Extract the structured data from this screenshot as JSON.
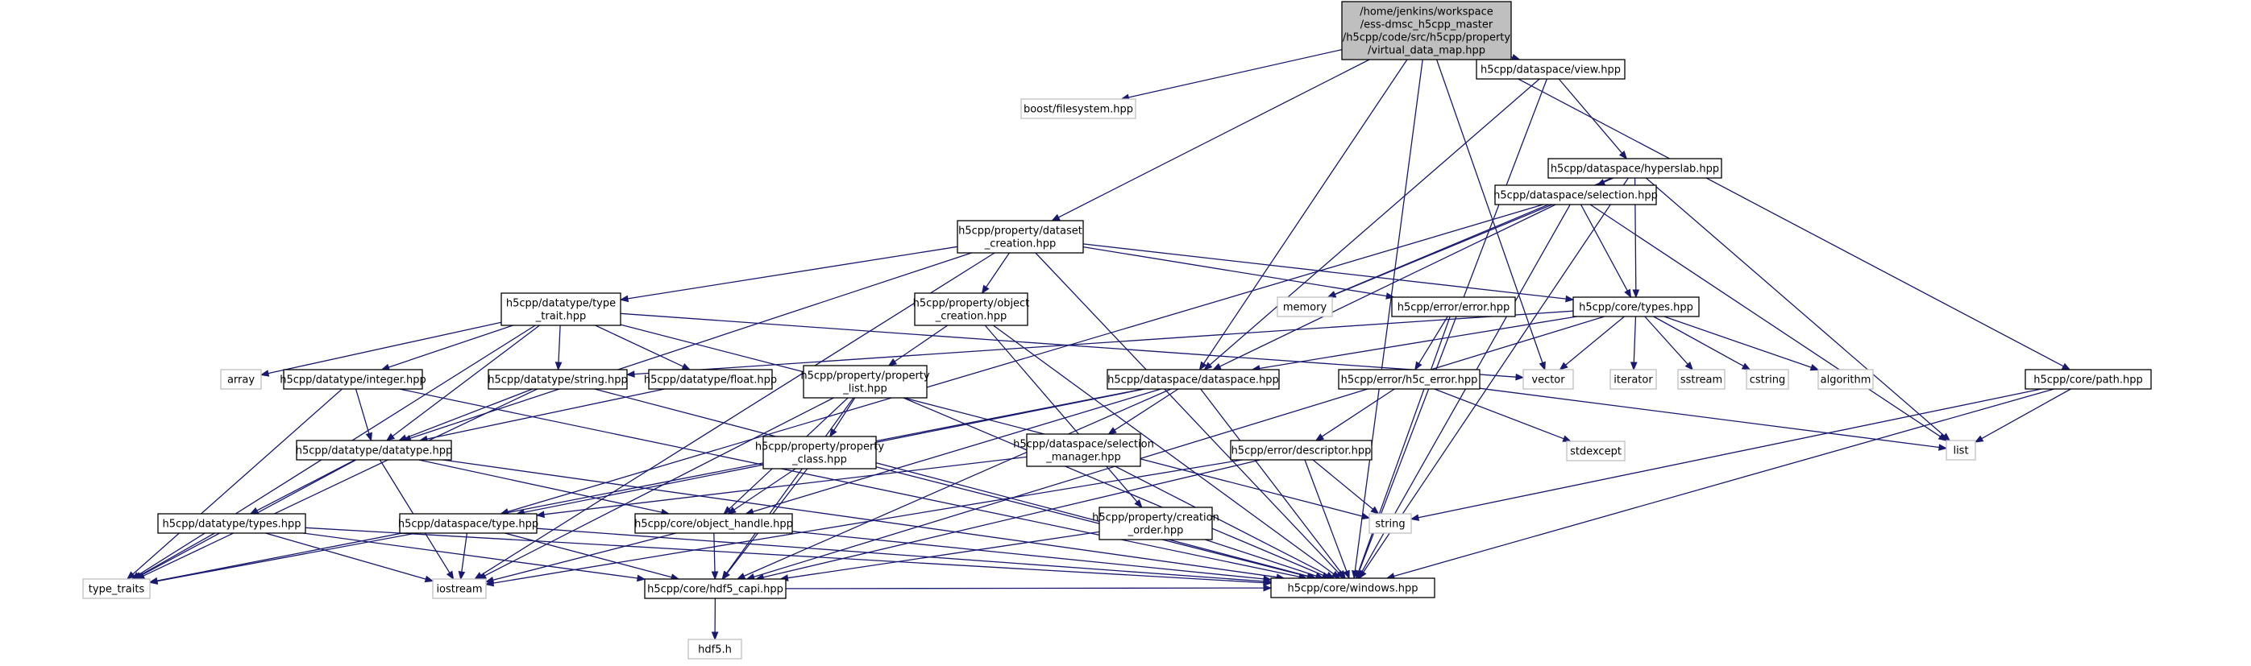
{
  "graph": {
    "nodes": [
      {
        "id": "root",
        "lines": [
          "/home/jenkins/workspace",
          "/ess-dmsc_h5cpp_master",
          "/h5cpp/code/src/h5cpp/property",
          "/virtual_data_map.hpp"
        ],
        "kind": "root"
      },
      {
        "id": "boostfs",
        "lines": [
          "boost/filesystem.hpp"
        ],
        "kind": "external"
      },
      {
        "id": "view",
        "lines": [
          "h5cpp/dataspace/view.hpp"
        ],
        "kind": "header"
      },
      {
        "id": "hyperslab",
        "lines": [
          "h5cpp/dataspace/hyperslab.hpp"
        ],
        "kind": "header"
      },
      {
        "id": "dscreation",
        "lines": [
          "h5cpp/property/dataset",
          "_creation.hpp"
        ],
        "kind": "header"
      },
      {
        "id": "selection",
        "lines": [
          "h5cpp/dataspace/selection.hpp"
        ],
        "kind": "header"
      },
      {
        "id": "typetrait",
        "lines": [
          "h5cpp/datatype/type",
          "_trait.hpp"
        ],
        "kind": "header"
      },
      {
        "id": "objcreation",
        "lines": [
          "h5cpp/property/object",
          "_creation.hpp"
        ],
        "kind": "header"
      },
      {
        "id": "memory",
        "lines": [
          "memory"
        ],
        "kind": "external"
      },
      {
        "id": "error",
        "lines": [
          "h5cpp/error/error.hpp"
        ],
        "kind": "header"
      },
      {
        "id": "coretypes",
        "lines": [
          "h5cpp/core/types.hpp"
        ],
        "kind": "header"
      },
      {
        "id": "array",
        "lines": [
          "array"
        ],
        "kind": "external"
      },
      {
        "id": "integer",
        "lines": [
          "h5cpp/datatype/integer.hpp"
        ],
        "kind": "header"
      },
      {
        "id": "dtstring",
        "lines": [
          "h5cpp/datatype/string.hpp"
        ],
        "kind": "header"
      },
      {
        "id": "float",
        "lines": [
          "h5cpp/datatype/float.hpp"
        ],
        "kind": "header"
      },
      {
        "id": "proplist",
        "lines": [
          "h5cpp/property/property",
          "_list.hpp"
        ],
        "kind": "header"
      },
      {
        "id": "dataspace",
        "lines": [
          "h5cpp/dataspace/dataspace.hpp"
        ],
        "kind": "header"
      },
      {
        "id": "h5cerror",
        "lines": [
          "h5cpp/error/h5c_error.hpp"
        ],
        "kind": "header"
      },
      {
        "id": "vector",
        "lines": [
          "vector"
        ],
        "kind": "external"
      },
      {
        "id": "iterator",
        "lines": [
          "iterator"
        ],
        "kind": "external"
      },
      {
        "id": "sstream",
        "lines": [
          "sstream"
        ],
        "kind": "external"
      },
      {
        "id": "cstring",
        "lines": [
          "cstring"
        ],
        "kind": "external"
      },
      {
        "id": "algorithm",
        "lines": [
          "algorithm"
        ],
        "kind": "external"
      },
      {
        "id": "path",
        "lines": [
          "h5cpp/core/path.hpp"
        ],
        "kind": "header"
      },
      {
        "id": "datatype",
        "lines": [
          "h5cpp/datatype/datatype.hpp"
        ],
        "kind": "header"
      },
      {
        "id": "propclass",
        "lines": [
          "h5cpp/property/property",
          "_class.hpp"
        ],
        "kind": "header"
      },
      {
        "id": "selmanager",
        "lines": [
          "h5cpp/dataspace/selection",
          "_manager.hpp"
        ],
        "kind": "header"
      },
      {
        "id": "descriptor",
        "lines": [
          "h5cpp/error/descriptor.hpp"
        ],
        "kind": "header"
      },
      {
        "id": "stdexcept",
        "lines": [
          "stdexcept"
        ],
        "kind": "external"
      },
      {
        "id": "list",
        "lines": [
          "list"
        ],
        "kind": "external"
      },
      {
        "id": "dttypes",
        "lines": [
          "h5cpp/datatype/types.hpp"
        ],
        "kind": "header"
      },
      {
        "id": "dstype",
        "lines": [
          "h5cpp/dataspace/type.hpp"
        ],
        "kind": "header"
      },
      {
        "id": "objhandle",
        "lines": [
          "h5cpp/core/object_handle.hpp"
        ],
        "kind": "header"
      },
      {
        "id": "creationorder",
        "lines": [
          "h5cpp/property/creation",
          "_order.hpp"
        ],
        "kind": "header"
      },
      {
        "id": "string",
        "lines": [
          "string"
        ],
        "kind": "external"
      },
      {
        "id": "typetraits",
        "lines": [
          "type_traits"
        ],
        "kind": "external"
      },
      {
        "id": "iostream",
        "lines": [
          "iostream"
        ],
        "kind": "external"
      },
      {
        "id": "hdf5capi",
        "lines": [
          "h5cpp/core/hdf5_capi.hpp"
        ],
        "kind": "header"
      },
      {
        "id": "windows",
        "lines": [
          "h5cpp/core/windows.hpp"
        ],
        "kind": "header"
      },
      {
        "id": "hdf5h",
        "lines": [
          "hdf5.h"
        ],
        "kind": "external"
      }
    ],
    "edges": [
      [
        "root",
        "boostfs"
      ],
      [
        "root",
        "view"
      ],
      [
        "root",
        "dscreation"
      ],
      [
        "root",
        "dataspace"
      ],
      [
        "root",
        "vector"
      ],
      [
        "root",
        "path"
      ],
      [
        "root",
        "windows"
      ],
      [
        "view",
        "hyperslab"
      ],
      [
        "view",
        "dataspace"
      ],
      [
        "view",
        "windows"
      ],
      [
        "hyperslab",
        "selection"
      ],
      [
        "hyperslab",
        "memory"
      ],
      [
        "hyperslab",
        "coretypes"
      ],
      [
        "hyperslab",
        "list"
      ],
      [
        "hyperslab",
        "windows"
      ],
      [
        "dscreation",
        "typetrait"
      ],
      [
        "dscreation",
        "objcreation"
      ],
      [
        "dscreation",
        "error"
      ],
      [
        "dscreation",
        "coretypes"
      ],
      [
        "dscreation",
        "datatype"
      ],
      [
        "dscreation",
        "iostream"
      ],
      [
        "dscreation",
        "windows"
      ],
      [
        "selection",
        "memory"
      ],
      [
        "selection",
        "coretypes"
      ],
      [
        "selection",
        "dataspace"
      ],
      [
        "selection",
        "list"
      ],
      [
        "selection",
        "windows"
      ],
      [
        "selection",
        "dstype"
      ],
      [
        "typetrait",
        "array"
      ],
      [
        "typetrait",
        "integer"
      ],
      [
        "typetrait",
        "dtstring"
      ],
      [
        "typetrait",
        "float"
      ],
      [
        "typetrait",
        "typetraits"
      ],
      [
        "typetrait",
        "vector"
      ],
      [
        "typetrait",
        "string"
      ],
      [
        "typetrait",
        "datatype"
      ],
      [
        "objcreation",
        "proplist"
      ],
      [
        "objcreation",
        "creationorder"
      ],
      [
        "objcreation",
        "windows"
      ],
      [
        "error",
        "h5cerror"
      ],
      [
        "error",
        "windows"
      ],
      [
        "coretypes",
        "vector"
      ],
      [
        "coretypes",
        "iterator"
      ],
      [
        "coretypes",
        "sstream"
      ],
      [
        "coretypes",
        "cstring"
      ],
      [
        "coretypes",
        "algorithm"
      ],
      [
        "coretypes",
        "dtstring"
      ],
      [
        "coretypes",
        "dataspace"
      ],
      [
        "coretypes",
        "hdf5capi"
      ],
      [
        "integer",
        "datatype"
      ],
      [
        "integer",
        "typetraits"
      ],
      [
        "integer",
        "windows"
      ],
      [
        "dtstring",
        "datatype"
      ],
      [
        "dtstring",
        "typetraits"
      ],
      [
        "dtstring",
        "windows"
      ],
      [
        "float",
        "datatype"
      ],
      [
        "proplist",
        "propclass"
      ],
      [
        "proplist",
        "objhandle"
      ],
      [
        "proplist",
        "hdf5capi"
      ],
      [
        "proplist",
        "windows"
      ],
      [
        "proplist",
        "iostream"
      ],
      [
        "dataspace",
        "selmanager"
      ],
      [
        "dataspace",
        "objhandle"
      ],
      [
        "dataspace",
        "hdf5capi"
      ],
      [
        "dataspace",
        "windows"
      ],
      [
        "dataspace",
        "typetraits"
      ],
      [
        "dataspace",
        "dstype"
      ],
      [
        "h5cerror",
        "descriptor"
      ],
      [
        "h5cerror",
        "stdexcept"
      ],
      [
        "h5cerror",
        "list"
      ],
      [
        "path",
        "list"
      ],
      [
        "path",
        "string"
      ],
      [
        "path",
        "windows"
      ],
      [
        "datatype",
        "dttypes"
      ],
      [
        "datatype",
        "objhandle"
      ],
      [
        "datatype",
        "windows"
      ],
      [
        "datatype",
        "iostream"
      ],
      [
        "datatype",
        "typetraits"
      ],
      [
        "propclass",
        "objhandle"
      ],
      [
        "propclass",
        "hdf5capi"
      ],
      [
        "propclass",
        "windows"
      ],
      [
        "selmanager",
        "dstype"
      ],
      [
        "selmanager",
        "windows"
      ],
      [
        "descriptor",
        "string"
      ],
      [
        "descriptor",
        "windows"
      ],
      [
        "descriptor",
        "hdf5capi"
      ],
      [
        "descriptor",
        "iostream"
      ],
      [
        "dttypes",
        "typetraits"
      ],
      [
        "dttypes",
        "iostream"
      ],
      [
        "dttypes",
        "hdf5capi"
      ],
      [
        "dttypes",
        "windows"
      ],
      [
        "dstype",
        "typetraits"
      ],
      [
        "dstype",
        "iostream"
      ],
      [
        "dstype",
        "hdf5capi"
      ],
      [
        "dstype",
        "windows"
      ],
      [
        "objhandle",
        "hdf5capi"
      ],
      [
        "objhandle",
        "iostream"
      ],
      [
        "objhandle",
        "windows"
      ],
      [
        "creationorder",
        "hdf5capi"
      ],
      [
        "creationorder",
        "windows"
      ],
      [
        "hdf5capi",
        "hdf5h"
      ],
      [
        "hdf5capi",
        "windows"
      ]
    ]
  }
}
